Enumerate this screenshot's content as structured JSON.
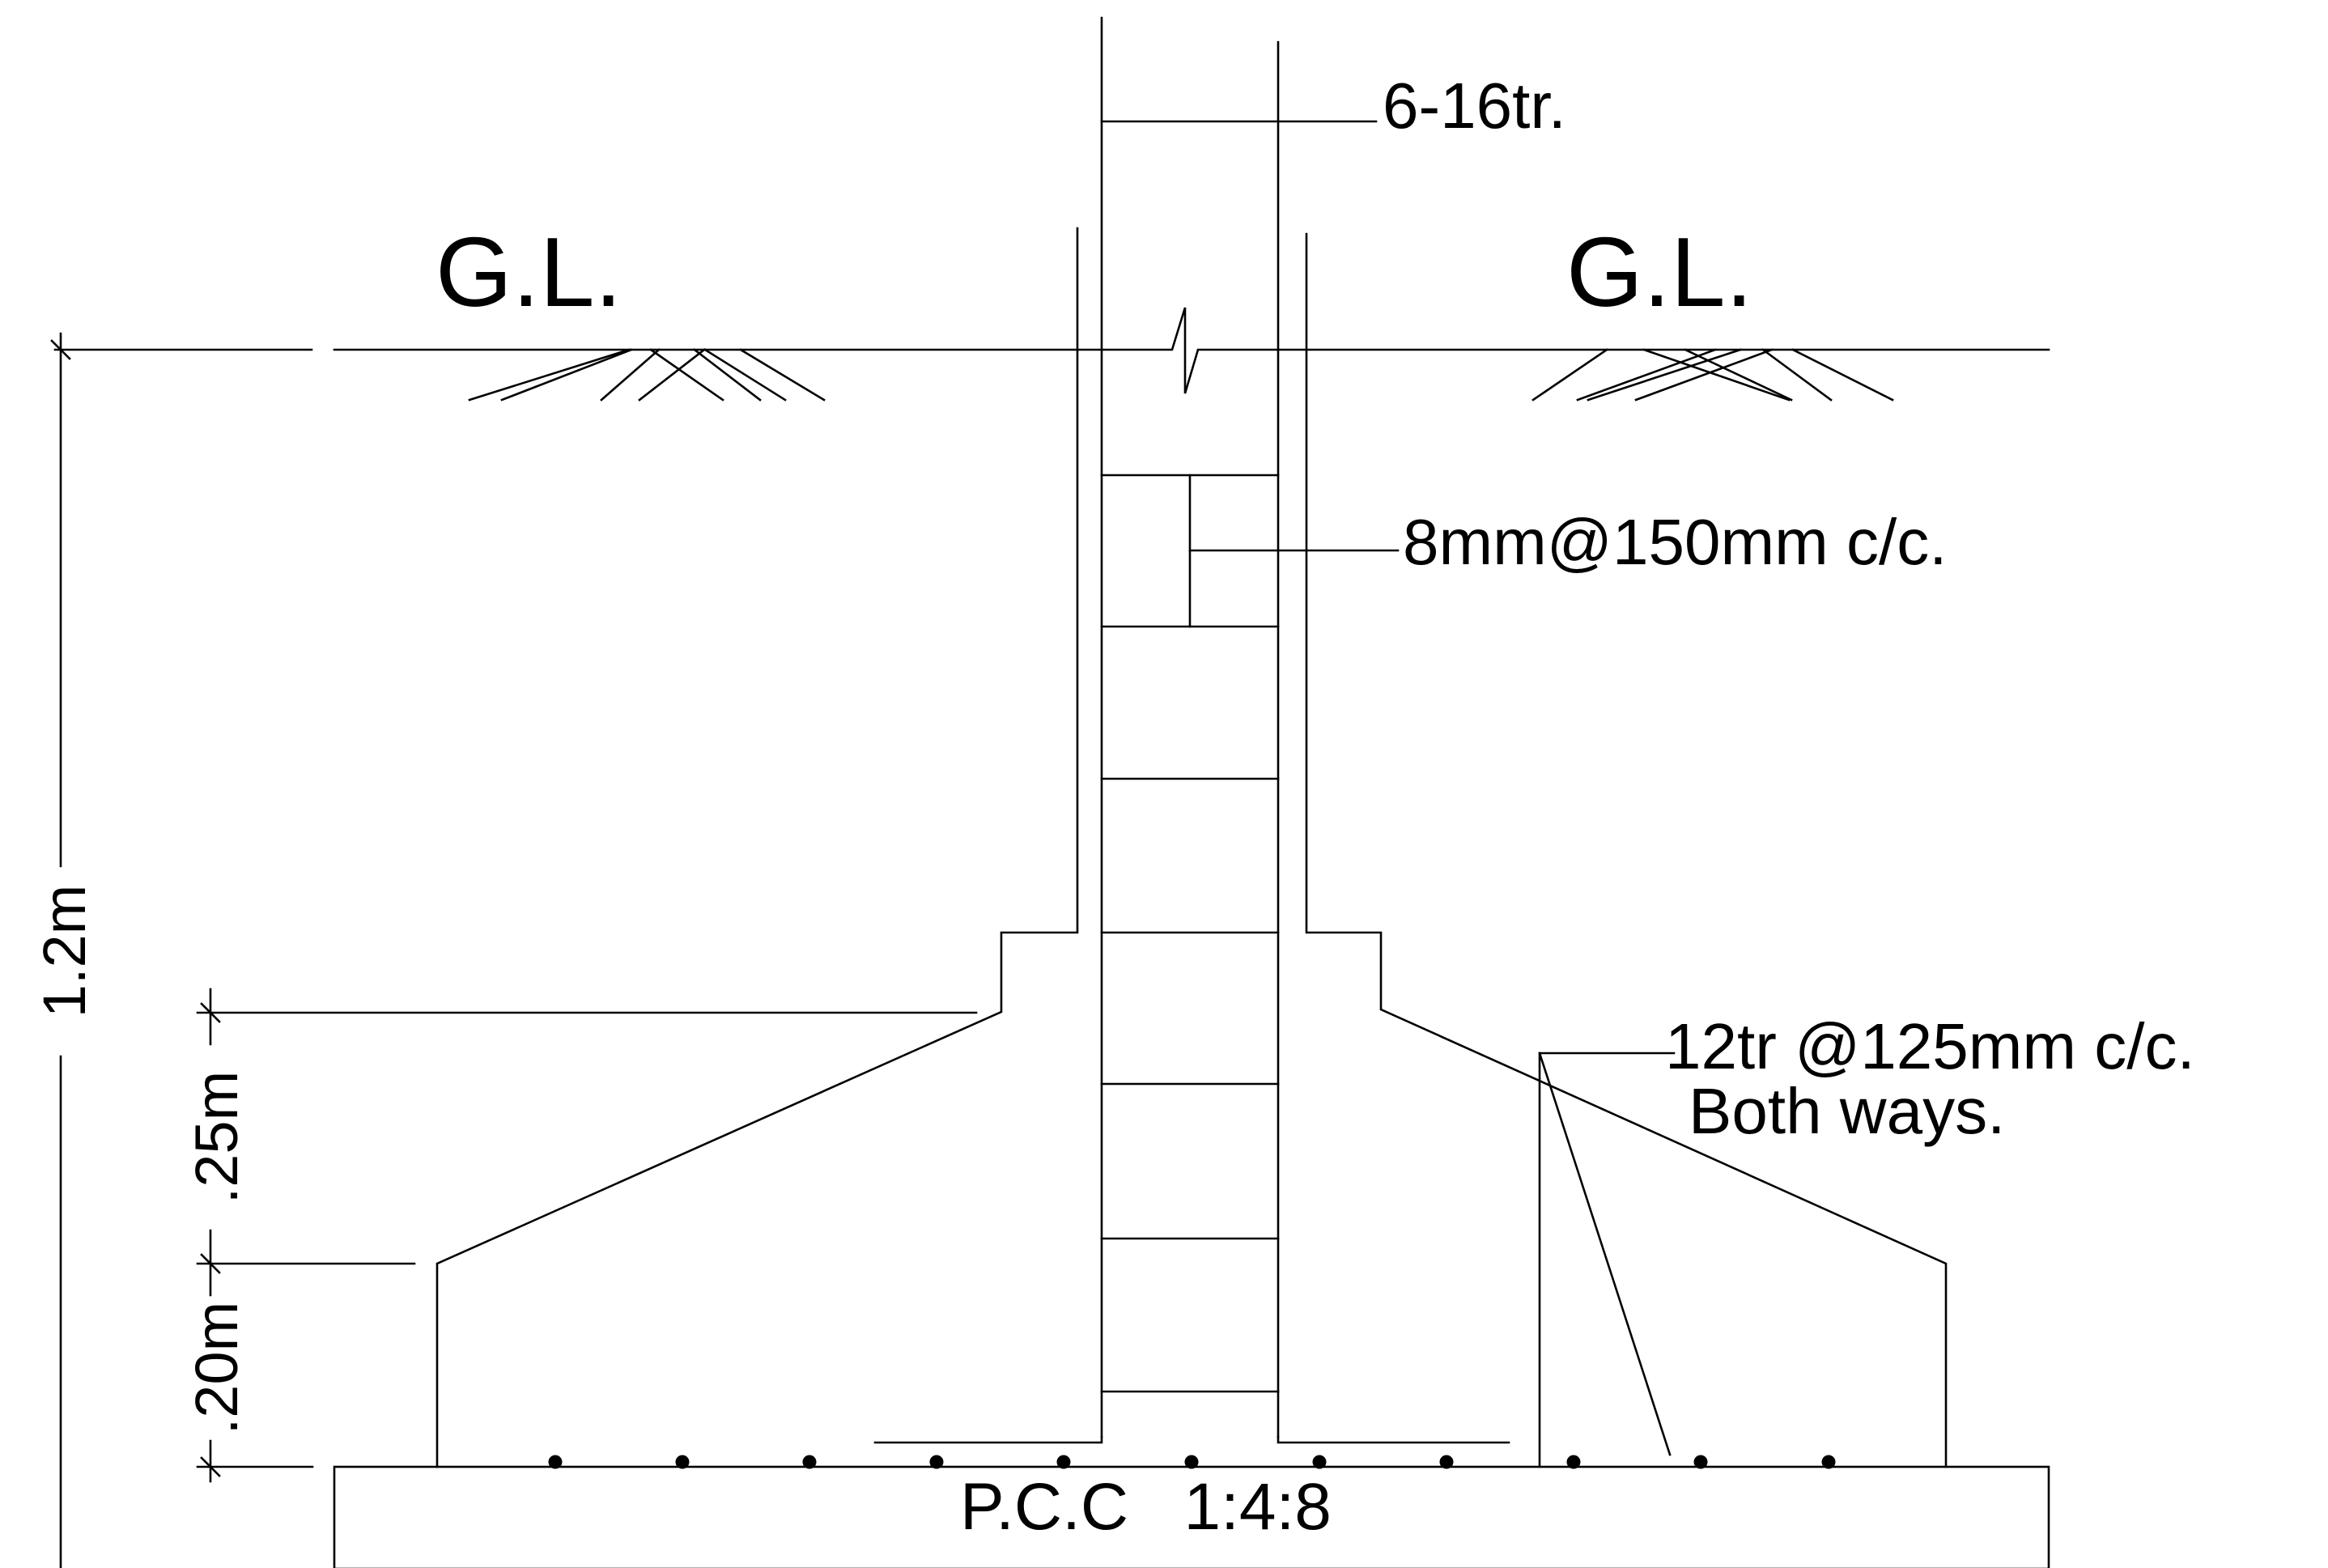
{
  "labels": {
    "ground_level_left": "G.L.",
    "ground_level_right": "G.L.",
    "main_bars": "6-16tr.",
    "ties": "8mm@150mm c/c.",
    "base_bars_line1": "12tr @125mm c/c.",
    "base_bars_line2": "Both ways.",
    "pcc": "P.C.C   1:4:8"
  },
  "dimensions": {
    "total_depth": "1.2m",
    "taper_depth": ".25m",
    "base_depth": ".20m"
  },
  "rebar_dot_count": 11,
  "colors": {
    "line": "#000000",
    "background": "#ffffff"
  }
}
